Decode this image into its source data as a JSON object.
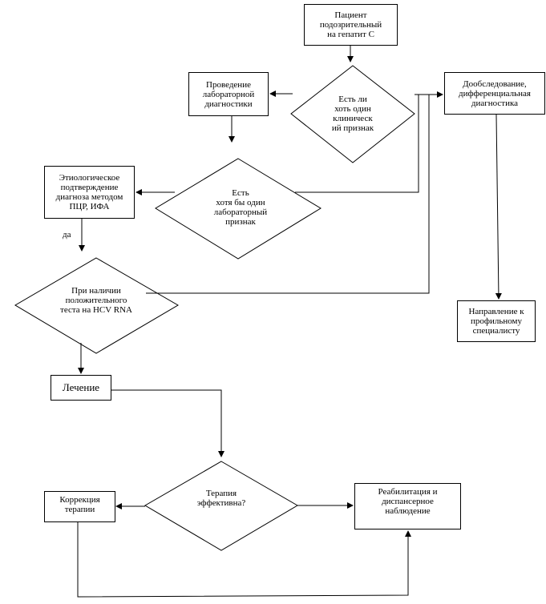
{
  "nodes": {
    "patient": "Пациент\nподозрительный\nна гепатит С",
    "clinical": "Есть ли\nхоть один\nклиническ\nий признак",
    "lab_conduct": "Проведение\nлабораторной\nдиагностики",
    "extra_exam": "Дообследование,\nдифференциальная\nдиагностика",
    "lab_sign": "Есть\nхотя бы один\nлабораторный\nпризнак",
    "etiology": "Этиологическое\nподтверждение\nдиагноза методом\nПЦР, ИФА",
    "hcv_test": "При наличии\nположительного\nтеста на HCV RNA",
    "referral": "Направление к\nпрофильному\nспециалисту",
    "treatment": "Лечение",
    "therapy_effective": "Терапия\nэффективна?",
    "correction": "Коррекция\nтерапии",
    "rehab": "Реабилитация и\nдиспансерное\nнаблюдение"
  },
  "edge_labels": {
    "yes": "да"
  }
}
